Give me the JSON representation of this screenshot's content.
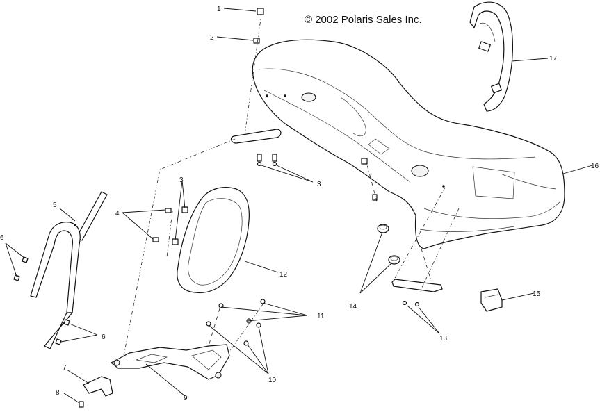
{
  "copyright": "© 2002 Polaris Sales Inc.",
  "callouts": [
    {
      "id": "c1",
      "text": "1"
    },
    {
      "id": "c2",
      "text": "2"
    },
    {
      "id": "c3a",
      "text": "3"
    },
    {
      "id": "c3b",
      "text": "3"
    },
    {
      "id": "c4",
      "text": "4"
    },
    {
      "id": "c5",
      "text": "5"
    },
    {
      "id": "c6a",
      "text": "6"
    },
    {
      "id": "c6b",
      "text": "6"
    },
    {
      "id": "c7",
      "text": "7"
    },
    {
      "id": "c8",
      "text": "8"
    },
    {
      "id": "c9",
      "text": "9"
    },
    {
      "id": "c10",
      "text": "10"
    },
    {
      "id": "c11",
      "text": "11"
    },
    {
      "id": "c12",
      "text": "12"
    },
    {
      "id": "c13",
      "text": "13"
    },
    {
      "id": "c14",
      "text": "14"
    },
    {
      "id": "c15",
      "text": "15"
    },
    {
      "id": "c16",
      "text": "16"
    },
    {
      "id": "c17",
      "text": "17"
    }
  ]
}
